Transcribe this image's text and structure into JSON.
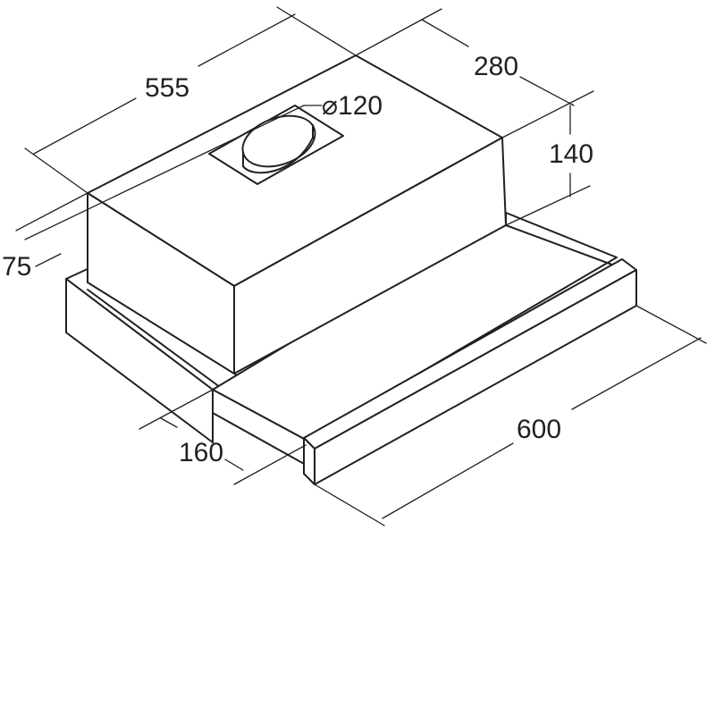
{
  "diagram": {
    "dimensions": {
      "depth_top": "555",
      "width_top": "280",
      "height_top": "140",
      "duct_diameter": "⌀120",
      "left_offset": "75",
      "drawer_depth": "160",
      "total_width": "600"
    },
    "colors": {
      "line": "#231f20",
      "background": "#ffffff"
    }
  }
}
